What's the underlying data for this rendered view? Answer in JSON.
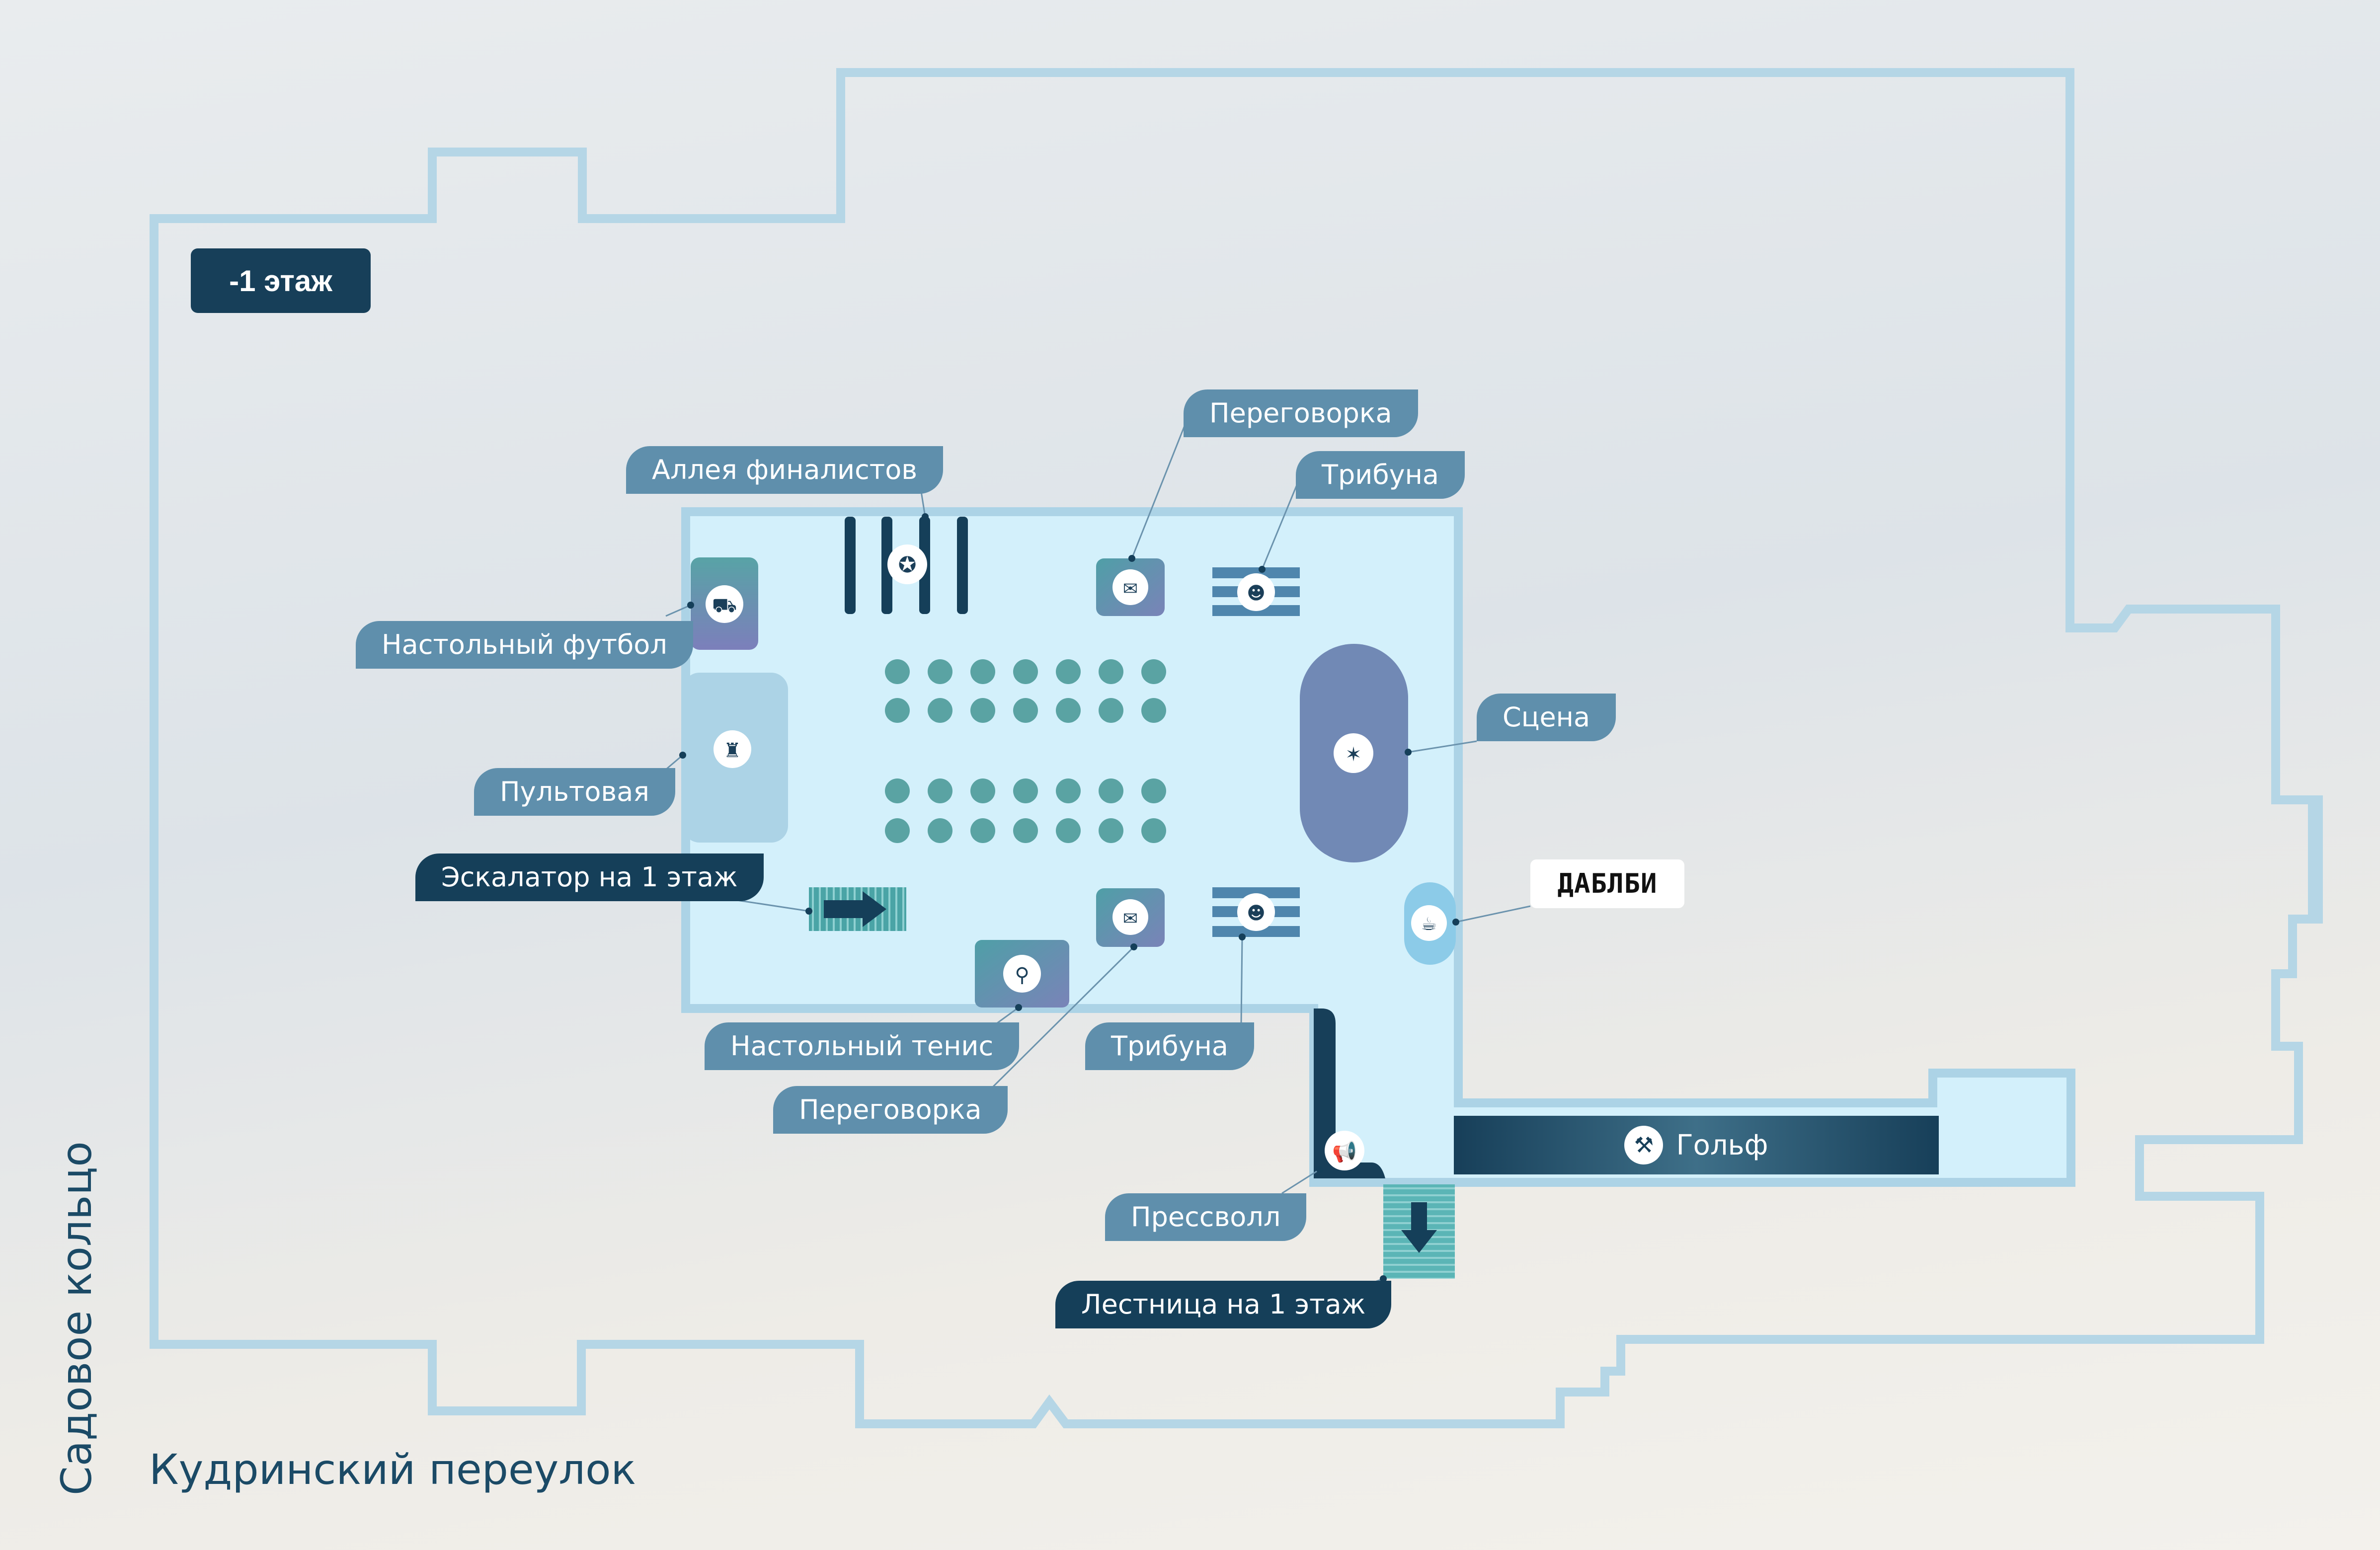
{
  "floor": "-1 этаж",
  "streets": {
    "bottom": "Кудринский переулок",
    "left": "Садовое кольцо"
  },
  "zones": {
    "golf": "Гольф"
  },
  "labels": {
    "alley": "Аллея финалистов",
    "meeting_top": "Переговорка",
    "tribune_top": "Трибуна",
    "table_football": "Настольный футбол",
    "stage": "Сцена",
    "control_room": "Пультовая",
    "escalator": "Эскалатор на 1 этаж",
    "dablbi": "ДАБЛБИ",
    "table_tennis": "Настольный тенис",
    "tribune_bottom": "Трибуна",
    "meeting_bottom": "Переговорка",
    "press_wall": "Прессволл",
    "stairs": "Лестница на 1 этаж"
  },
  "colors": {
    "outline": "#b5d6e6",
    "hall_fill": "#d3f0fb",
    "hall_border": "#acd3e6",
    "dark_navy": "#153f59",
    "label_blue": "#5f8fac",
    "seat_teal": "#5aa3a3",
    "stage_purple": "#7189b5",
    "stairs_teal": "#5bb5b6"
  },
  "icons": {
    "alley": "award-icon",
    "meeting": "chat-icon",
    "tribune": "audience-icon",
    "table_football": "car-icon",
    "stage": "spotlight-icon",
    "control_room": "operator-icon",
    "escalator": "arrow-right-icon",
    "table_tennis": "ping-pong-icon",
    "dablbi": "coffee-cup-icon",
    "press_wall": "megaphone-icon",
    "stairs": "arrow-down-icon",
    "golf": "golf-clubs-icon"
  }
}
